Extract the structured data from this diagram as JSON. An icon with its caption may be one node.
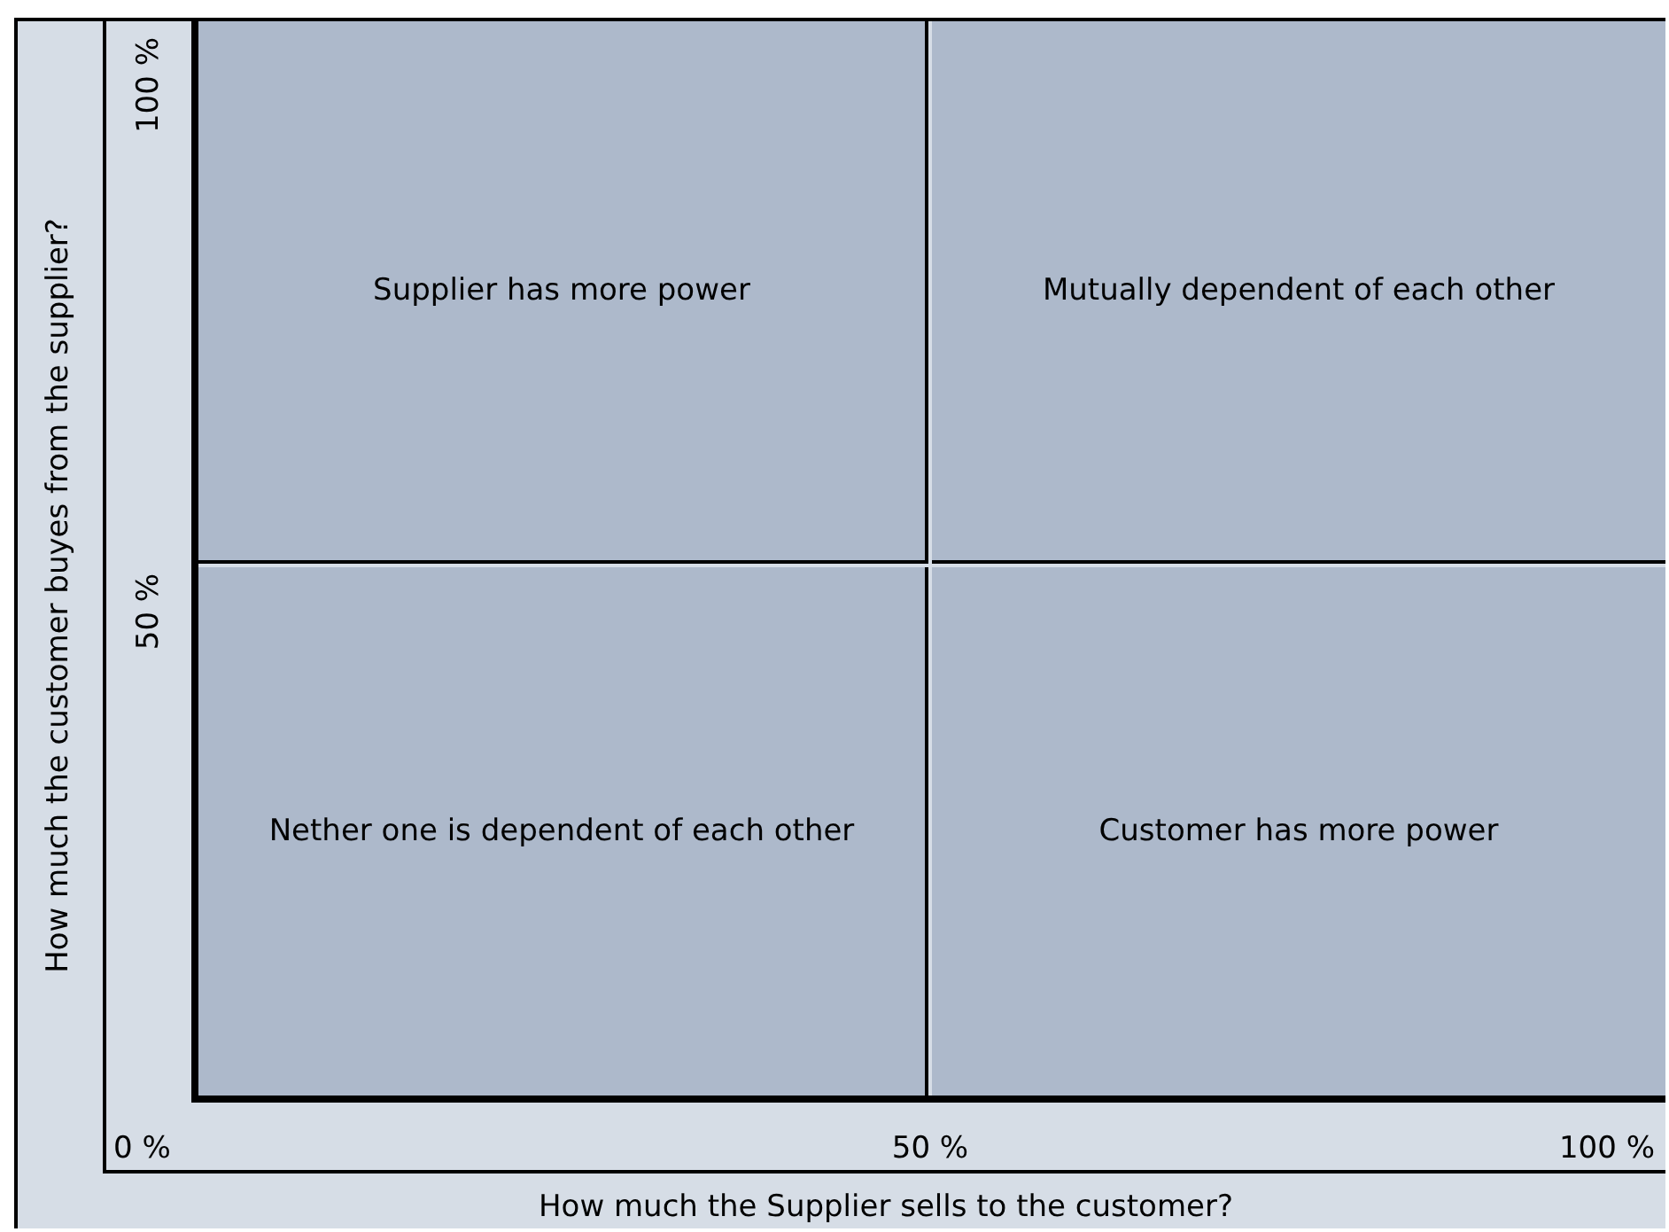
{
  "diagram": {
    "nodes": [
      {
        "text": [
          "Supplier has more power"
        ]
      },
      {
        "text": [
          "Mutually dependent of each other"
        ]
      },
      {
        "text": [
          "Nether one is dependent of each other"
        ]
      },
      {
        "text": [
          "Customer has more power"
        ]
      }
    ],
    "labels": [
      "How much the customer buyes from the supplier?",
      "100 %",
      "50 %",
      "0 %",
      "50 %",
      "100 %",
      "How much the Supplier sells to the customer?"
    ]
  }
}
